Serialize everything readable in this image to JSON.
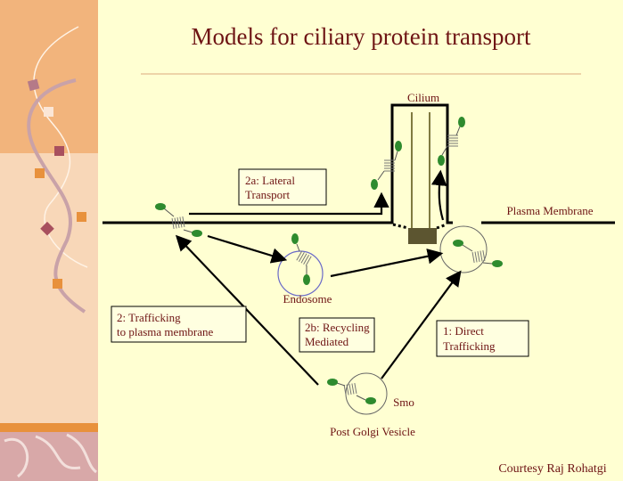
{
  "slide": {
    "title": "Models for ciliary protein transport",
    "credit": "Courtesy Raj Rohatgi"
  },
  "diagram": {
    "cilium_label": "Cilium",
    "plasma_membrane_label": "Plasma Membrane",
    "endosome_label": "Endosome",
    "smo_label": "Smo",
    "post_golgi_label": "Post Golgi Vesicle",
    "boxes": {
      "lateral": [
        "2a: Lateral",
        "Transport"
      ],
      "trafficking": [
        "2: Trafficking",
        "to plasma membrane"
      ],
      "recycling": [
        "2b: Recycling",
        "Mediated"
      ],
      "direct": [
        "1: Direct",
        "Trafficking"
      ]
    }
  },
  "colors": {
    "background": "#FFFFD2",
    "title": "#6E1414",
    "sidebar_top": "#F2B47C",
    "sidebar_bottom": "#F8D7B8",
    "sidebar_stripe": "#E8913C",
    "receptor": "#2E8B2E"
  }
}
